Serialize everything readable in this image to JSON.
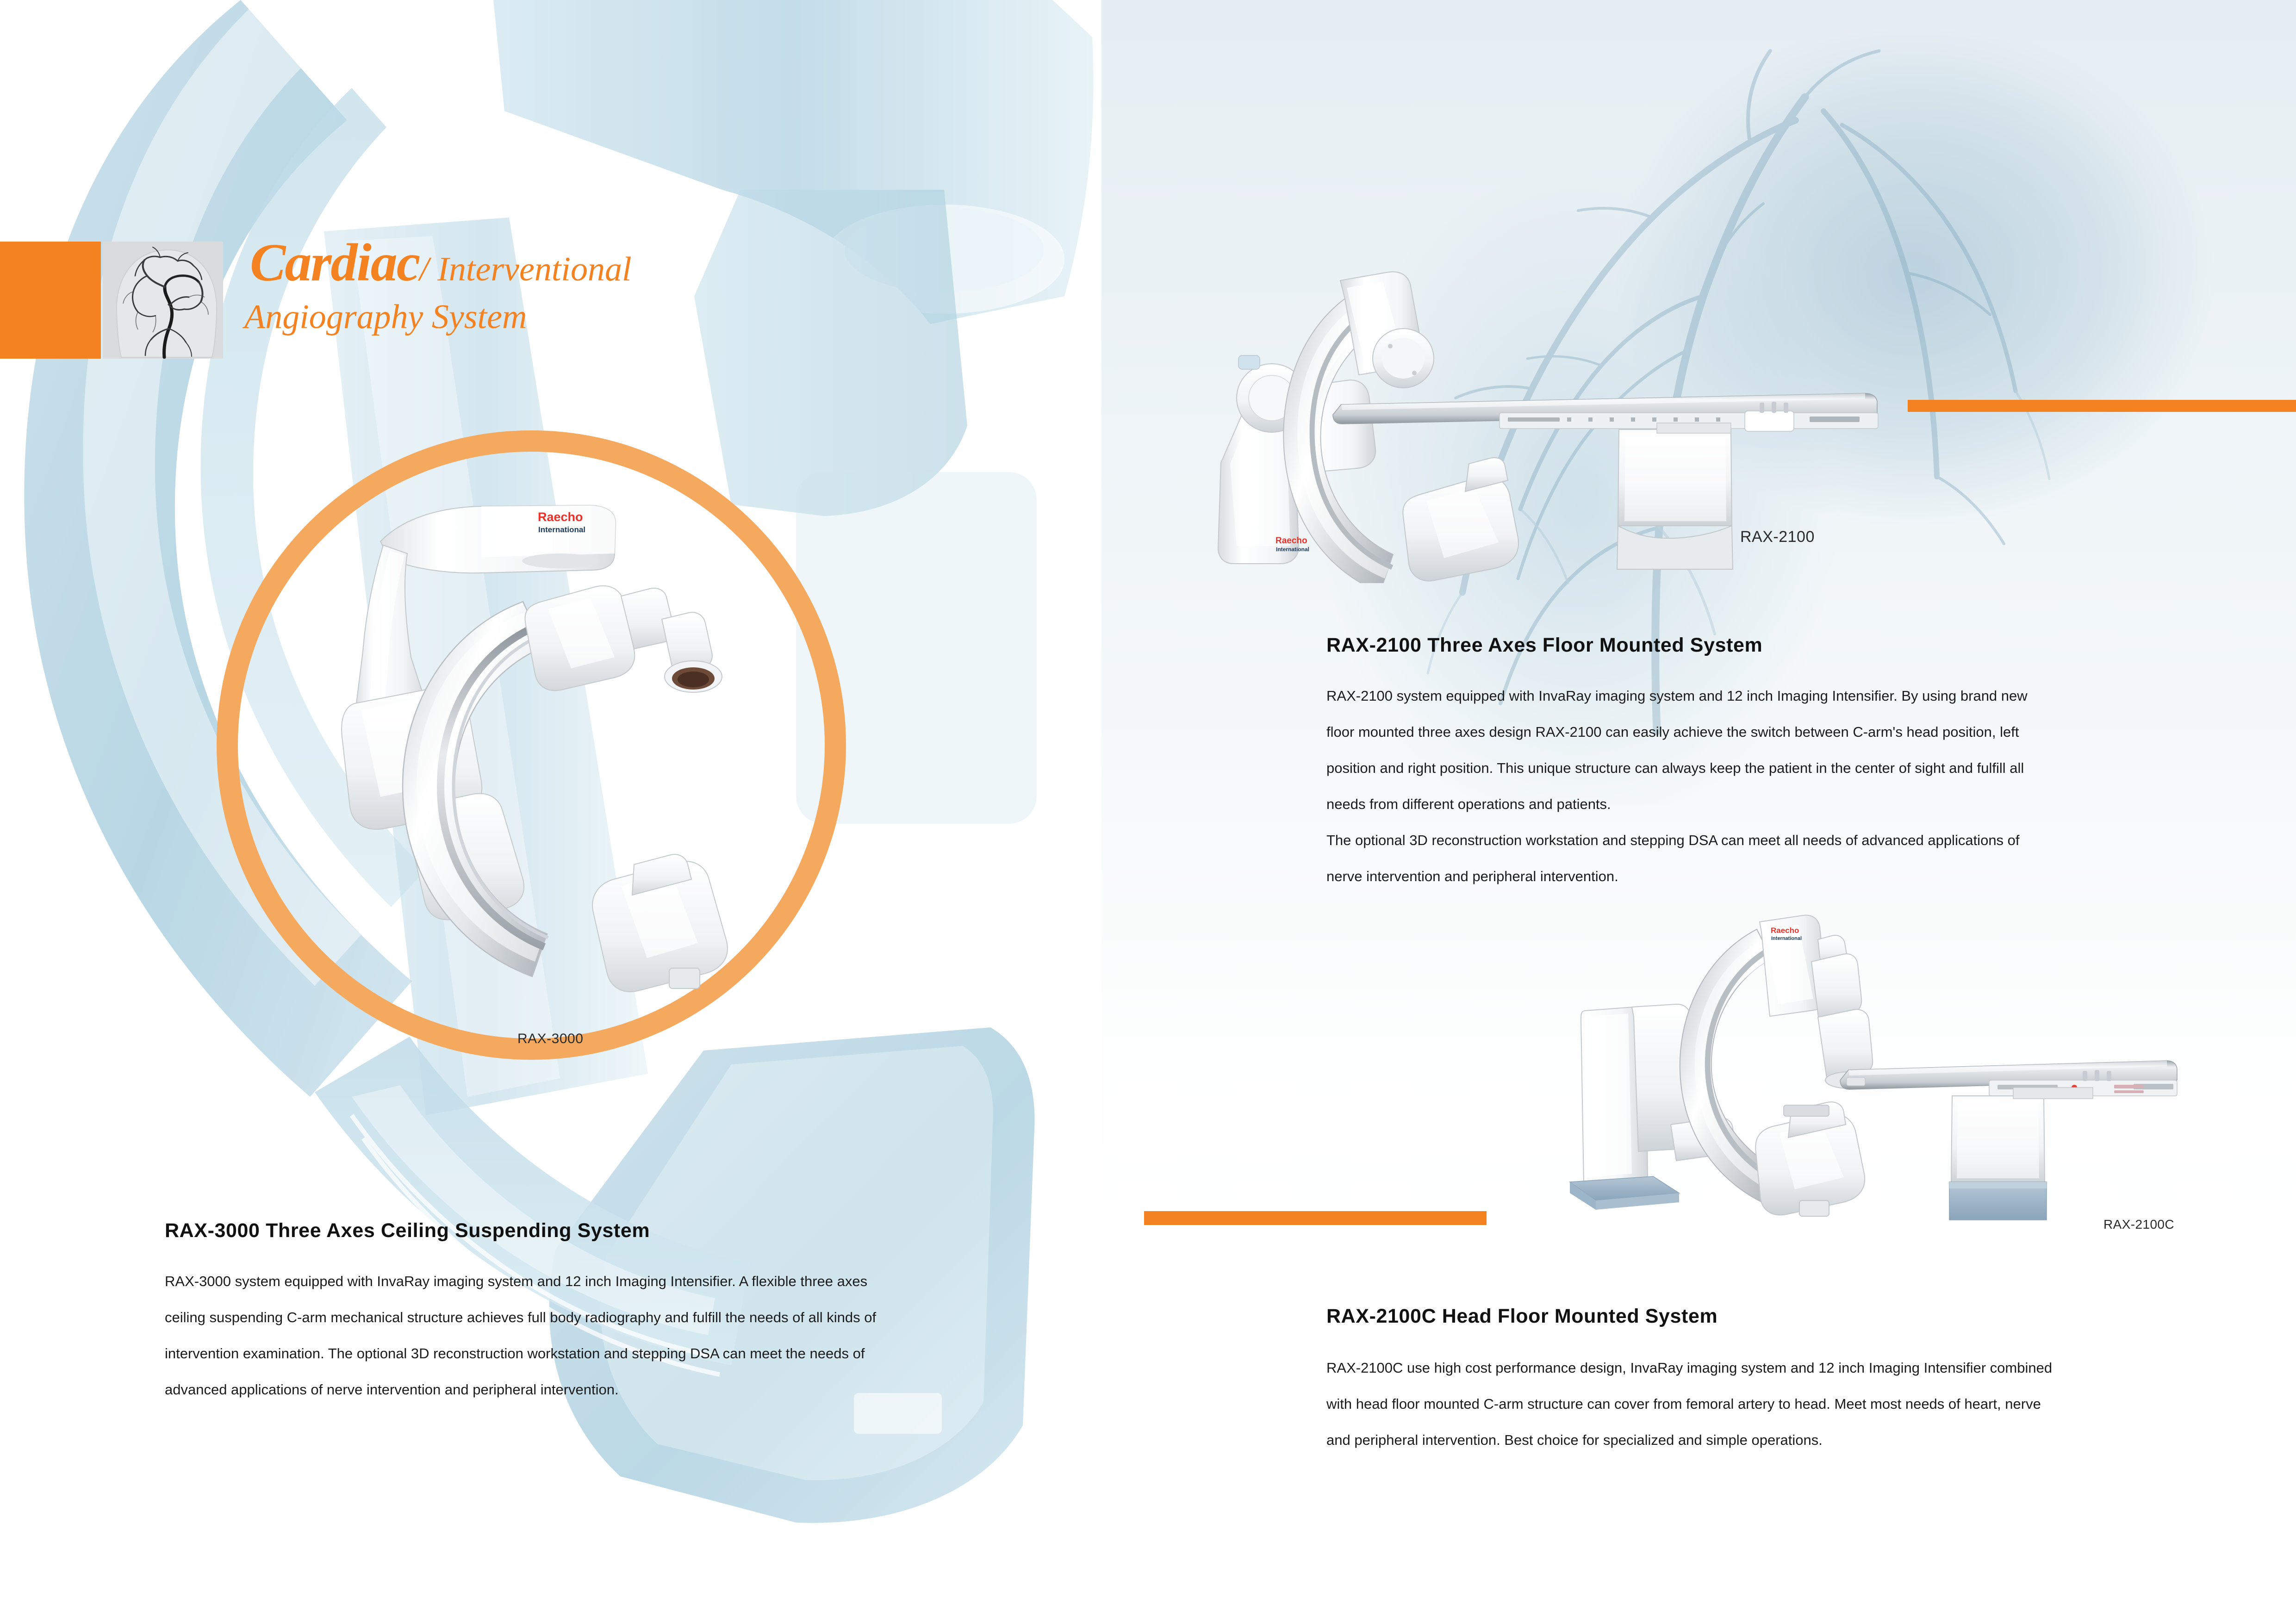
{
  "brand": {
    "name": "Raecho",
    "suffix": "International",
    "name_color": "#E8322A",
    "suffix_color": "#1b3a5c"
  },
  "theme": {
    "orange": "#F58220",
    "orange_light": "#F5A95E",
    "blue_pale": "#bdd9e6",
    "text_dark": "#111111"
  },
  "header": {
    "title_main": "Cardiac",
    "title_sub": "/ Interventional",
    "title_line2": "Angiography System",
    "thumbnail_alt": "cerebral-angiogram"
  },
  "figures": {
    "rax3000": {
      "caption": "RAX-3000"
    },
    "rax2100": {
      "caption": "RAX-2100"
    },
    "rax2100c": {
      "caption": "RAX-2100C"
    }
  },
  "sections": {
    "rax2100": {
      "title": "RAX-2100 Three Axes Floor Mounted System",
      "paragraphs": [
        "RAX-2100 system equipped with InvaRay imaging system and 12 inch Imaging Intensifier. By using brand new",
        "floor mounted three axes design  RAX-2100 can easily achieve the switch between C-arm's head position, left",
        "position and right position. This unique structure can always keep the patient in the center of sight and fulfill all",
        "needs from different operations and patients.",
        "The optional 3D reconstruction workstation and stepping DSA can meet all needs of advanced applications of",
        "nerve intervention and peripheral intervention."
      ]
    },
    "rax2100c": {
      "title": "RAX-2100C Head Floor Mounted System",
      "paragraphs": [
        "RAX-2100C use high cost performance design, InvaRay imaging system and 12 inch Imaging Intensifier combined",
        "with head floor mounted C-arm structure can cover from femoral artery to head. Meet most needs of heart, nerve",
        "and peripheral intervention. Best choice for specialized and simple operations."
      ]
    },
    "rax3000": {
      "title": "RAX-3000 Three Axes Ceiling Suspending System",
      "paragraphs": [
        "RAX-3000 system equipped with InvaRay imaging system and 12 inch Imaging Intensifier. A flexible three axes",
        "ceiling suspending C-arm mechanical structure achieves full body radiography and fulfill the needs of all kinds of",
        "intervention examination. The optional 3D reconstruction workstation and stepping DSA can meet the needs of",
        "advanced applications of nerve intervention and peripheral intervention."
      ]
    }
  }
}
